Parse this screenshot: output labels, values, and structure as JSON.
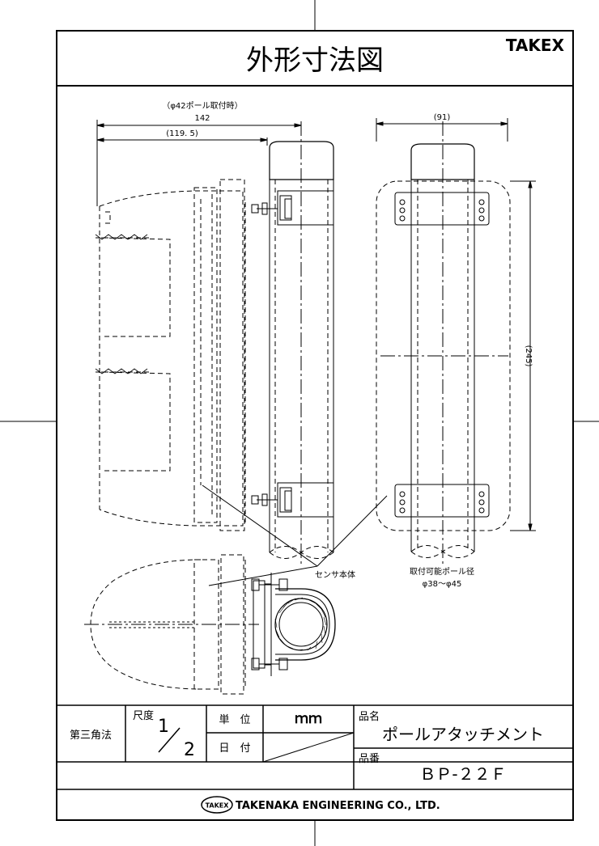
{
  "title": "外形寸法図",
  "brand": "TAKEX",
  "dimensions": {
    "pole_note": "（φ42ポール取付時）",
    "width_total": "142",
    "width_inner": "(119. 5)",
    "width_side": "(91)",
    "height_side": "(245)"
  },
  "callouts": {
    "sensor_body": "センサ本体",
    "pole_diameter_title": "取付可能ポール径",
    "pole_diameter_range": "φ38～φ45"
  },
  "title_block": {
    "projection": "第三角法",
    "scale_label": "尺度",
    "scale_numerator": "1",
    "scale_denominator": "2",
    "unit_label": "単　位",
    "unit_value": "ｍｍ",
    "date_label": "日　付",
    "product_name_label": "品名",
    "product_name": "ポールアタッチメント",
    "part_number_label": "品番",
    "part_number": "ＢＰ-２２Ｆ",
    "logo_text": "TAKEX",
    "company": "TAKENAKA ENGINEERING CO., LTD."
  }
}
